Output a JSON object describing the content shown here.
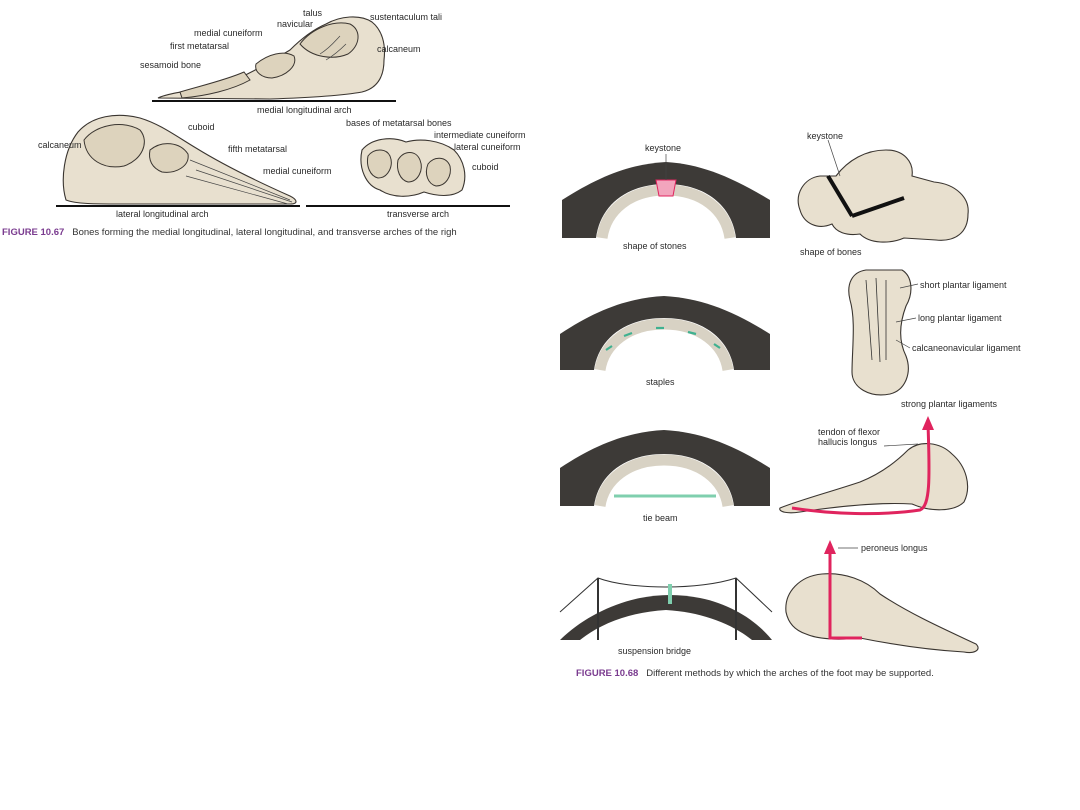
{
  "fig67": {
    "caption_num": "FIGURE 10.67",
    "caption_text": "Bones forming the medial longitudinal, lateral longitudinal, and transverse arches of the righ",
    "medial": {
      "title": "medial longitudinal arch",
      "labels": [
        "talus",
        "navicular",
        "sustentaculum tali",
        "medial cuneiform",
        "first metatarsal",
        "calcaneum",
        "sesamoid bone"
      ]
    },
    "lateral": {
      "title": "lateral longitudinal arch",
      "labels": [
        "calcaneum",
        "cuboid",
        "fifth metatarsal"
      ]
    },
    "transverse": {
      "title": "transverse arch",
      "labels": [
        "bases of metatarsal bones",
        "intermediate cuneiform",
        "lateral cuneiform",
        "medial cuneiform",
        "cuboid"
      ]
    }
  },
  "fig68": {
    "caption_num": "FIGURE 10.68",
    "caption_text": "Different methods by which the arches of the foot may be supported.",
    "panels": [
      {
        "arch_label": "shape of stones",
        "arch_keystone": "keystone",
        "foot_label": "shape of bones",
        "foot_keystone": "keystone"
      },
      {
        "arch_label": "staples",
        "foot_title": "strong plantar ligaments",
        "foot_labels": [
          "short plantar ligament",
          "long plantar ligament",
          "calcaneonavicular ligament"
        ]
      },
      {
        "arch_label": "tie beam",
        "foot_label": "tendon of flexor hallucis longus"
      },
      {
        "arch_label": "suspension bridge",
        "foot_label": "peroneus longus"
      }
    ]
  },
  "colors": {
    "accent_pink": "#e0245e",
    "keystone_pink": "#f2a5bd",
    "tie_green": "#7fcfae",
    "caption_purple": "#7a3b8f"
  }
}
